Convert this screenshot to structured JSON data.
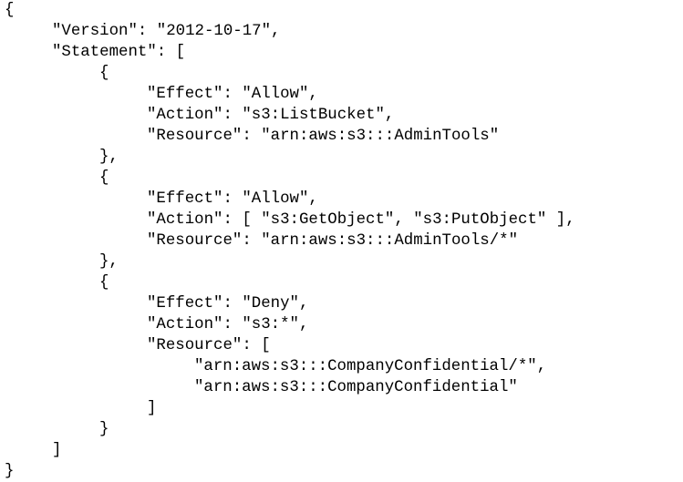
{
  "document": {
    "lines": [
      {
        "indent": 0,
        "text": "{"
      },
      {
        "indent": 1,
        "text": "\"Version\": \"2012-10-17\","
      },
      {
        "indent": 1,
        "text": "\"Statement\": ["
      },
      {
        "indent": 2,
        "text": "{"
      },
      {
        "indent": 3,
        "text": "\"Effect\": \"Allow\","
      },
      {
        "indent": 3,
        "text": "\"Action\": \"s3:ListBucket\","
      },
      {
        "indent": 3,
        "text": "\"Resource\": \"arn:aws:s3:::AdminTools\""
      },
      {
        "indent": 2,
        "text": "},"
      },
      {
        "indent": 2,
        "text": "{"
      },
      {
        "indent": 3,
        "text": "\"Effect\": \"Allow\","
      },
      {
        "indent": 3,
        "text": "\"Action\": [ \"s3:GetObject\", \"s3:PutObject\" ],"
      },
      {
        "indent": 3,
        "text": "\"Resource\": \"arn:aws:s3:::AdminTools/*\""
      },
      {
        "indent": 2,
        "text": "},"
      },
      {
        "indent": 2,
        "text": "{"
      },
      {
        "indent": 3,
        "text": "\"Effect\": \"Deny\","
      },
      {
        "indent": 3,
        "text": "\"Action\": \"s3:*\","
      },
      {
        "indent": 3,
        "text": "\"Resource\": ["
      },
      {
        "indent": 4,
        "text": "\"arn:aws:s3:::CompanyConfidential/*\","
      },
      {
        "indent": 4,
        "text": "\"arn:aws:s3:::CompanyConfidential\""
      },
      {
        "indent": 3,
        "text": "]"
      },
      {
        "indent": 2,
        "text": "}"
      },
      {
        "indent": 1,
        "text": "]"
      },
      {
        "indent": 0,
        "text": "}"
      }
    ]
  }
}
